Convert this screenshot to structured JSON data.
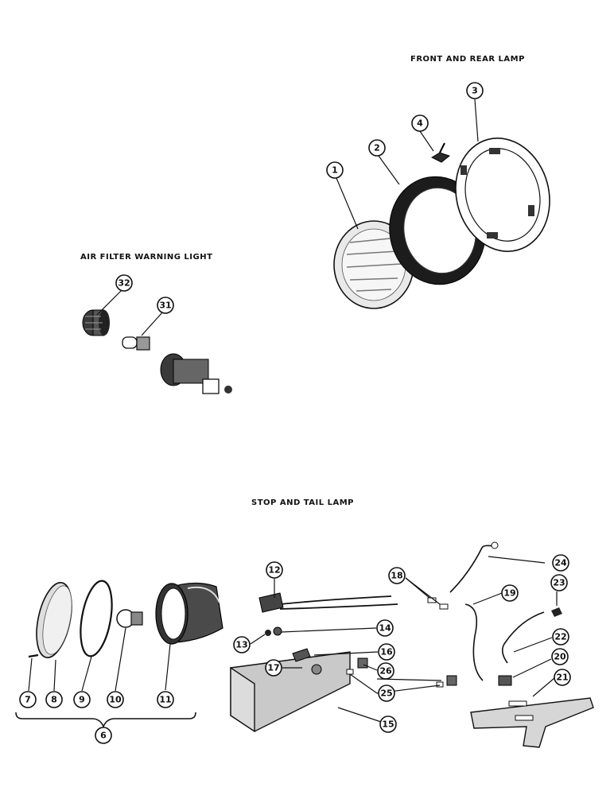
{
  "sections": {
    "front_rear": "FRONT AND REAR  LAMP",
    "air_filter": "AIR FILTER WARNING LIGHT",
    "stop_tail": "STOP AND TAIL LAMP"
  },
  "callouts": {
    "c1": "1",
    "c2": "2",
    "c3": "3",
    "c4": "4",
    "c6": "6",
    "c7": "7",
    "c8": "8",
    "c9": "9",
    "c10": "10",
    "c11": "11",
    "c12": "12",
    "c13": "13",
    "c14": "14",
    "c15": "15",
    "c16": "16",
    "c17": "17",
    "c18": "18",
    "c19": "19",
    "c20": "20",
    "c21": "21",
    "c22": "22",
    "c23": "23",
    "c24": "24",
    "c25": "25",
    "c26": "26",
    "c31": "31",
    "c32": "32"
  }
}
